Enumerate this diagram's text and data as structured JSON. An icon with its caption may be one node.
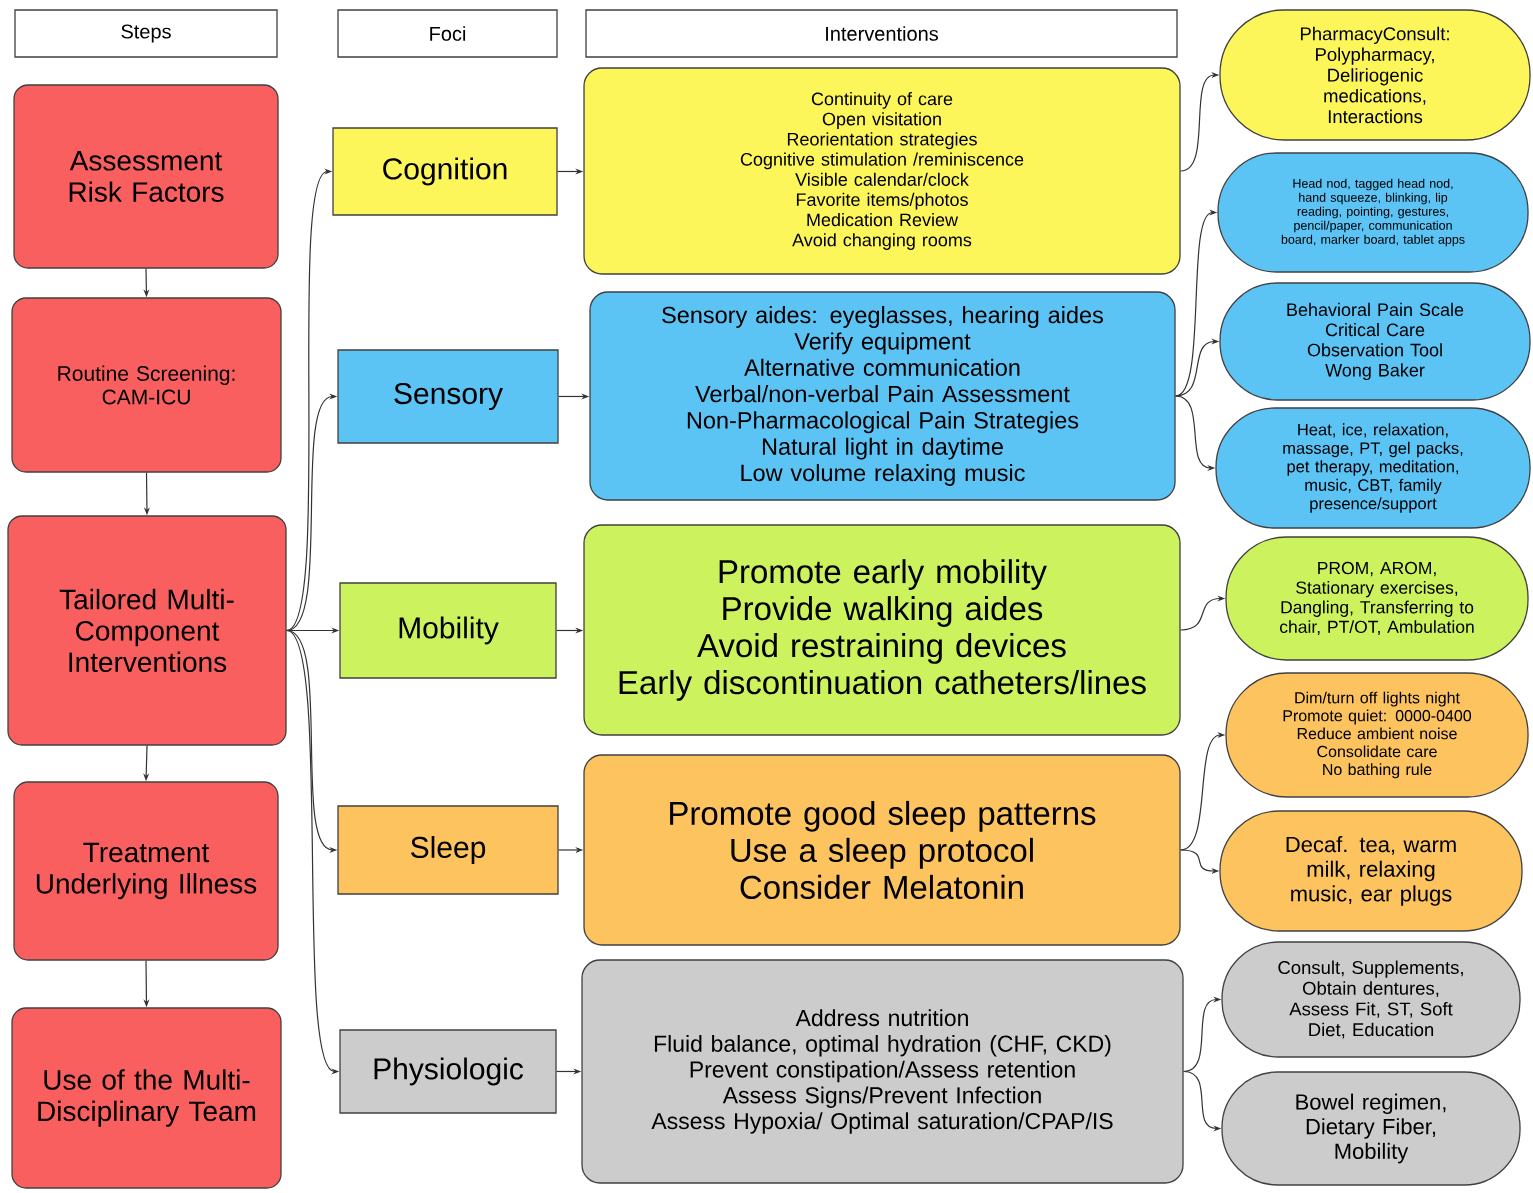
{
  "diagram": {
    "nodes": [
      {
        "text": [
          "Steps"
        ]
      },
      {
        "text": [
          "Foci"
        ]
      },
      {
        "text": [
          "Interventions"
        ]
      },
      {
        "text": [
          "Assessment Risk Factors"
        ]
      },
      {
        "text": [
          "Routine Screening: CAM-ICU"
        ]
      },
      {
        "text": [
          "Tailored Multi-Component Interventions"
        ]
      },
      {
        "text": [
          "Treatment Underlying Illness"
        ]
      },
      {
        "text": [
          "Use of the Multi-Disciplinary Team"
        ]
      },
      {
        "text": [
          "Cognition"
        ]
      },
      {
        "text": [
          "Sensory"
        ]
      },
      {
        "text": [
          "Mobility"
        ]
      },
      {
        "text": [
          "Sleep"
        ]
      },
      {
        "text": [
          "Physiologic"
        ]
      },
      {
        "text": [
          "Continuity of care",
          "Open visitation",
          "Reorientation strategies",
          "Cognitive stimulation /reminiscence",
          "Visible calendar/clock",
          "Favorite items/photos",
          "Medication Review",
          "Avoid changing rooms"
        ]
      },
      {
        "text": [
          "Sensory aides: eyeglasses, hearing aides",
          "Verify equipment",
          "Alternative communication",
          "Verbal/non-verbal Pain Assessment",
          "Non-Pharmacological Pain Strategies",
          "Natural light in daytime",
          "Low volume relaxing music"
        ]
      },
      {
        "text": [
          "Promote early mobility",
          "Provide walking aides",
          "Avoid restraining devices",
          "Early discontinuation catheters/lines"
        ]
      },
      {
        "text": [
          "Promote good sleep patterns",
          "Use a sleep protocol",
          "Consider Melatonin"
        ]
      },
      {
        "text": [
          "Address nutrition",
          "Fluid balance, optimal hydration (CHF, CKD)",
          "Prevent constipation/Assess retention",
          "Assess Signs/Prevent Infection",
          "Assess Hypoxia/ Optimal saturation/CPAP/IS"
        ]
      },
      {
        "text": [
          "PharmacyConsult: Polypharmacy, Deliriogenic medications, Interactions"
        ]
      },
      {
        "text": [
          "Head nod, tagged head nod, hand squeeze, blinking, lip reading, pointing, gestures, pencil/paper, communication board, marker board, tablet apps"
        ]
      },
      {
        "text": [
          "Behavioral Pain Scale",
          "Critical Care Observation Tool",
          "Wong Baker"
        ]
      },
      {
        "text": [
          "Heat, ice, relaxation, massage, PT, gel packs, pet therapy, meditation, music, CBT, family presence/support"
        ]
      },
      {
        "text": [
          "PROM, AROM, Stationary exercises, Dangling, Transferring to chair, PT/OT, Ambulation"
        ]
      },
      {
        "text": [
          "Dim/turn off lights night",
          "Promote quiet: 0000-0400",
          "Reduce ambient noise",
          "Consolidate care",
          "No bathing rule"
        ]
      },
      {
        "text": [
          "Decaf. tea, warm milk, relaxing music, ear plugs"
        ]
      },
      {
        "text": [
          "Consult, Supplements, Obtain dentures, Assess Fit, ST, Soft Diet, Education"
        ]
      },
      {
        "text": [
          "Bowel regimen, Dietary Fiber, Mobility"
        ]
      }
    ],
    "edges": [
      {
        "from": 3,
        "to": 4,
        "arrow": "to"
      },
      {
        "from": 4,
        "to": 5,
        "arrow": "to"
      },
      {
        "from": 5,
        "to": 6,
        "arrow": "to"
      },
      {
        "from": 6,
        "to": 7,
        "arrow": "to"
      },
      {
        "from": 5,
        "to": 8,
        "arrow": "to"
      },
      {
        "from": 5,
        "to": 9,
        "arrow": "to"
      },
      {
        "from": 5,
        "to": 10,
        "arrow": "to"
      },
      {
        "from": 5,
        "to": 11,
        "arrow": "to"
      },
      {
        "from": 5,
        "to": 12,
        "arrow": "to"
      },
      {
        "from": 8,
        "to": 13,
        "arrow": "to"
      },
      {
        "from": 9,
        "to": 14,
        "arrow": "to"
      },
      {
        "from": 10,
        "to": 15,
        "arrow": "to"
      },
      {
        "from": 11,
        "to": 16,
        "arrow": "to"
      },
      {
        "from": 12,
        "to": 17,
        "arrow": "to"
      },
      {
        "from": 13,
        "to": 18,
        "arrow": "to"
      },
      {
        "from": 14,
        "to": 19,
        "arrow": "to"
      },
      {
        "from": 14,
        "to": 20,
        "arrow": "to"
      },
      {
        "from": 14,
        "to": 21,
        "arrow": "to"
      },
      {
        "from": 15,
        "to": 22,
        "arrow": "to"
      },
      {
        "from": 16,
        "to": 23,
        "arrow": "to"
      },
      {
        "from": 16,
        "to": 24,
        "arrow": "to"
      },
      {
        "from": 17,
        "to": 25,
        "arrow": "to"
      },
      {
        "from": 17,
        "to": 26,
        "arrow": "to"
      }
    ]
  }
}
